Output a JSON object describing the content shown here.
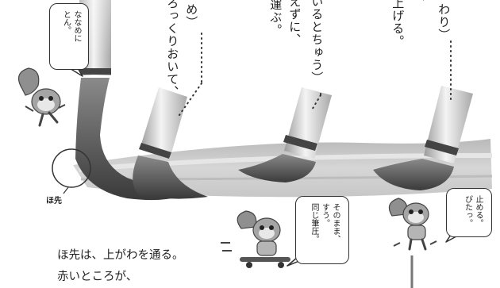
{
  "columns": [
    {
      "id": "c1",
      "text": "ろっくりおいて、"
    },
    {
      "id": "c2",
      "text": "め）"
    },
    {
      "id": "c3",
      "text": "えずに、"
    },
    {
      "id": "c4",
      "text": "運ぶ。"
    },
    {
      "id": "c5",
      "text": "いるとちゅう）"
    },
    {
      "id": "c6",
      "text": "上げる。"
    },
    {
      "id": "c7",
      "text": "、"
    },
    {
      "id": "c8",
      "text": "わり）"
    }
  ],
  "bubbles": {
    "b1": "ななめに\nとん。",
    "b2": "そのまま、\nすう。\n同じ筆圧。",
    "b3": "止める。\nぴたっ。"
  },
  "labels": {
    "tip": "ほ先"
  },
  "bottom_text": {
    "line1": "ほ先は、上がわを通る。",
    "line2": "赤いところが、"
  },
  "icons": {
    "squirrel": "squirrel-character-icon",
    "brush": "calligraphy-brush-icon"
  }
}
